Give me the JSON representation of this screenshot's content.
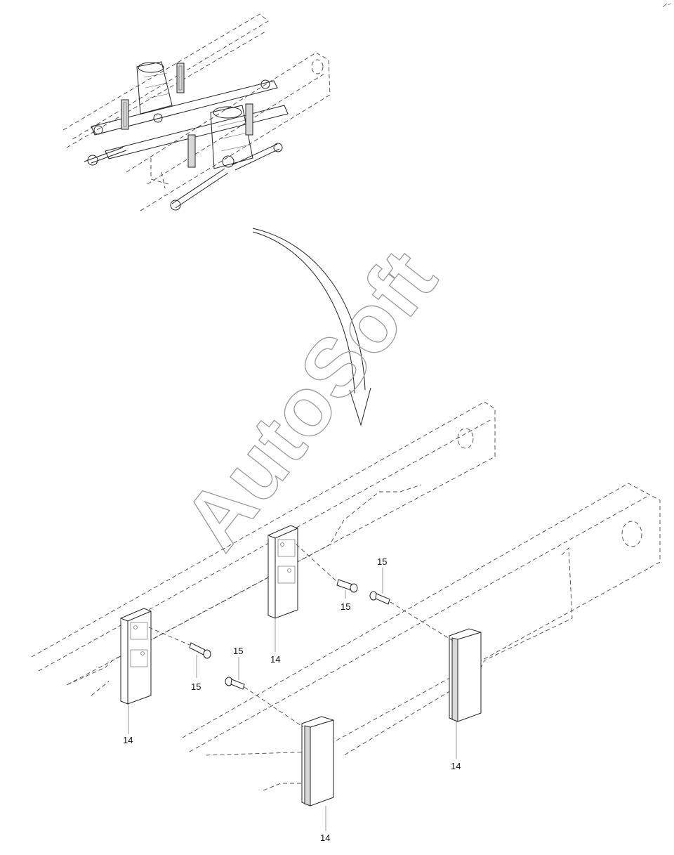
{
  "watermark": {
    "text": "AutoSoft"
  },
  "callouts": [
    {
      "id": "c14a",
      "label": "14"
    },
    {
      "id": "c14b",
      "label": "14"
    },
    {
      "id": "c14c",
      "label": "14"
    },
    {
      "id": "c14d",
      "label": "14"
    },
    {
      "id": "c15a",
      "label": "15"
    },
    {
      "id": "c15b",
      "label": "15"
    },
    {
      "id": "c15c",
      "label": "15"
    },
    {
      "id": "c15d",
      "label": "15"
    }
  ]
}
